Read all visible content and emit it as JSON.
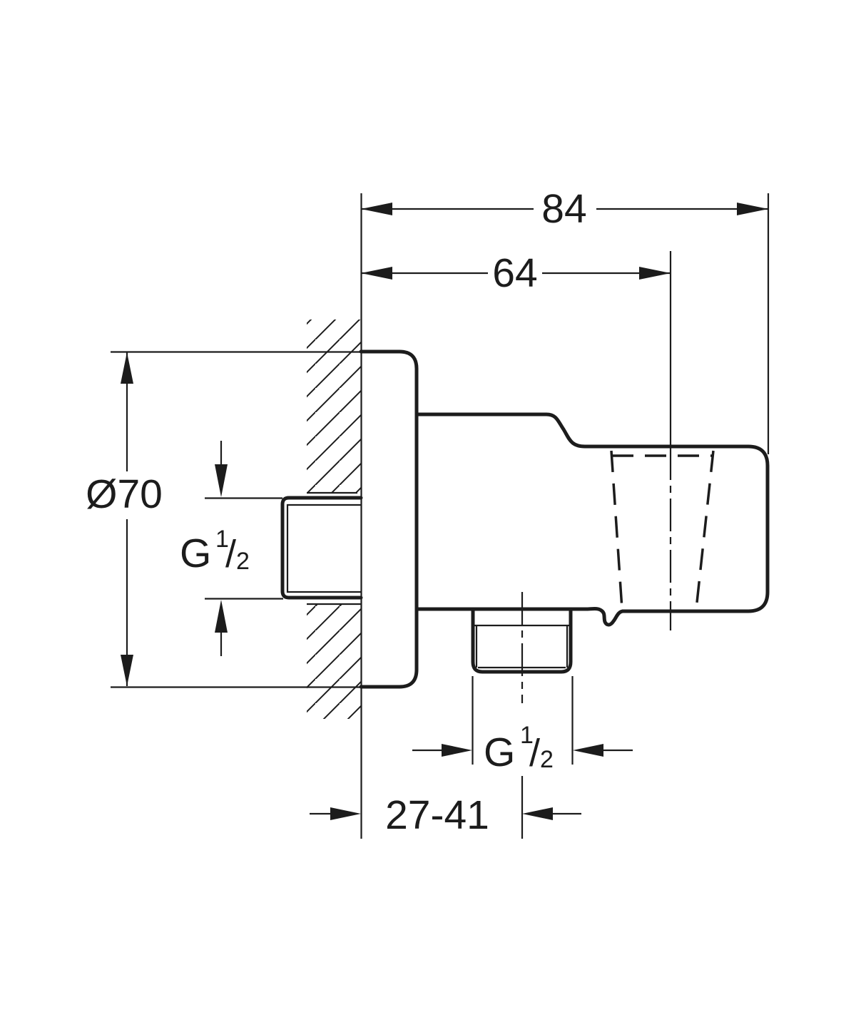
{
  "drawing": {
    "background": "#ffffff",
    "line_color": "#1c1c1c",
    "dim_overall_depth": "84",
    "dim_holder_depth": "64",
    "dim_flange_diameter": "Ø70",
    "dim_wall_adjust_range": "27-41",
    "inlet_thread": {
      "base": "G",
      "sup": "1",
      "slash": "/",
      "sub": "2"
    },
    "outlet_thread": {
      "base": "G",
      "sup": "1",
      "slash": "/",
      "sub": "2"
    }
  }
}
